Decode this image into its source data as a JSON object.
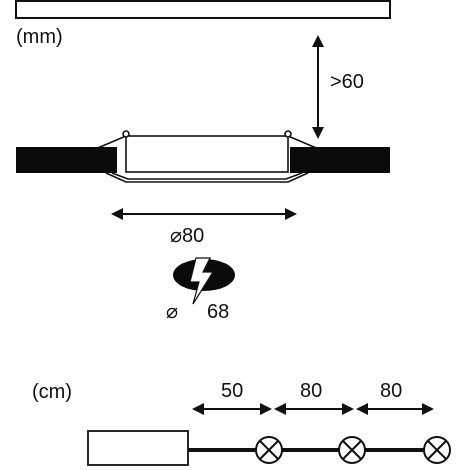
{
  "units": {
    "mm": "(mm)",
    "cm": "(cm)"
  },
  "dimensions": {
    "ceiling_clearance": ">60",
    "cutout_diameter": "⌀80",
    "light_cutout_diameter": "68",
    "diameter_symbol": "⌀"
  },
  "cable_lengths": {
    "first": "50",
    "second": "80",
    "third": "80"
  },
  "colors": {
    "line": "#111111",
    "ceiling": "#0a0a0a",
    "background": "#ffffff"
  },
  "icons": {
    "fixture_note": "lightning-bolt-icon",
    "lamp": "lamp-cross-icon"
  }
}
